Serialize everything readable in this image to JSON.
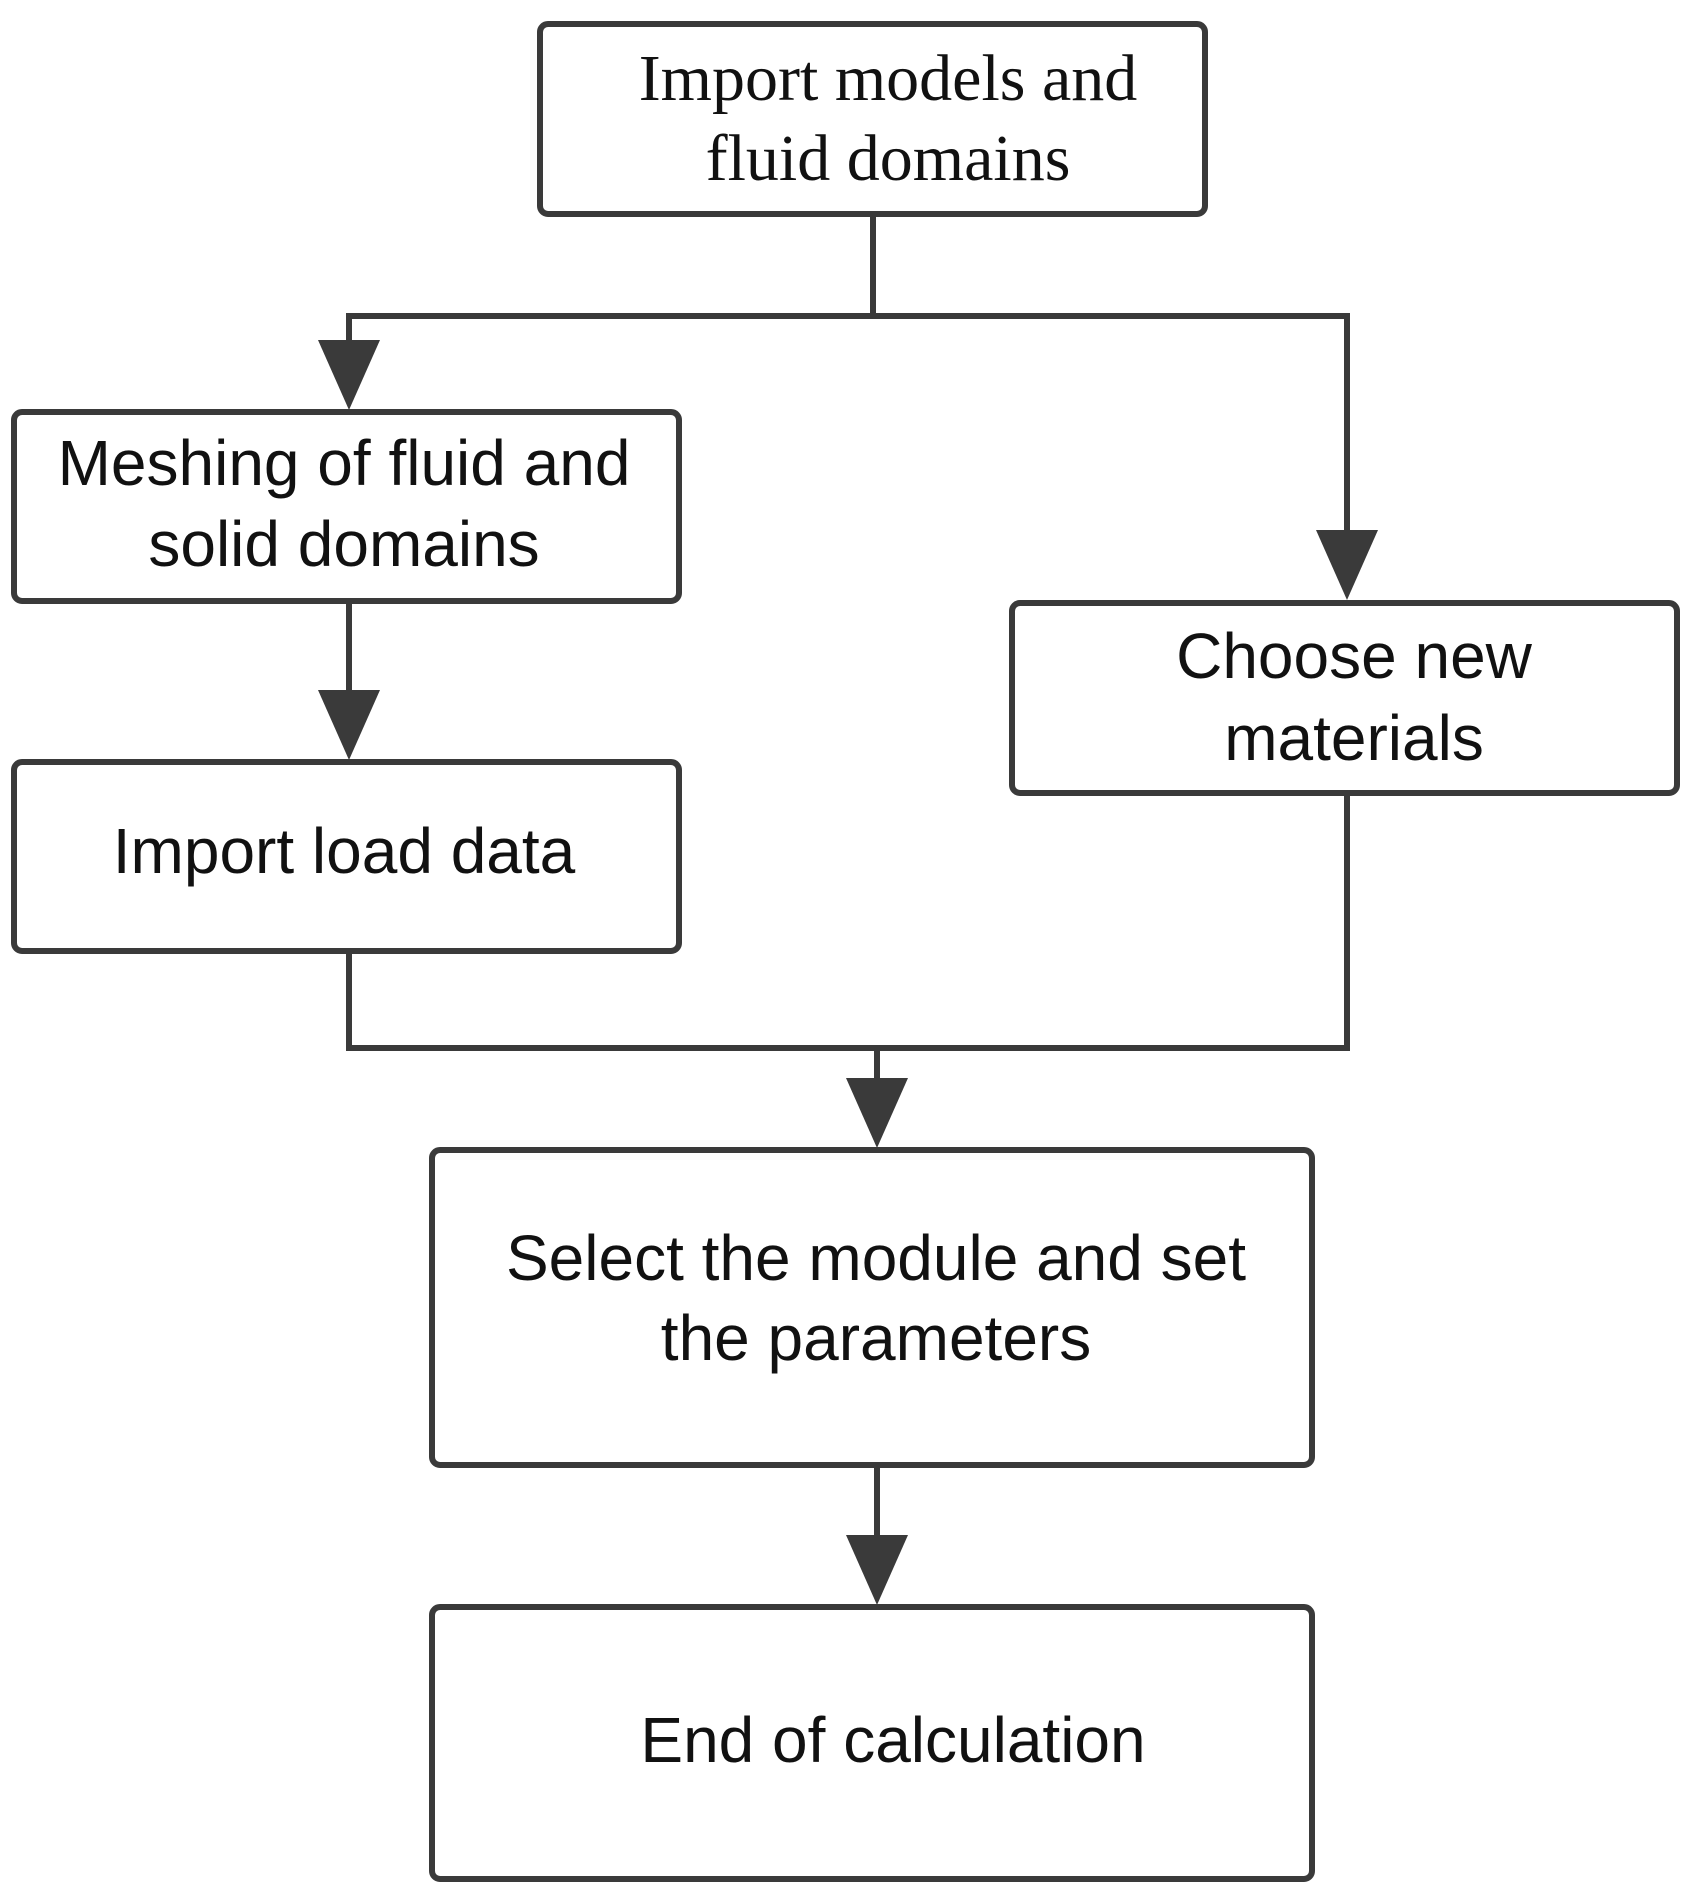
{
  "nodes": {
    "import_models": {
      "line1": "Import models and",
      "line2": "fluid domains"
    },
    "meshing": {
      "line1": "Meshing of fluid and",
      "line2": "solid domains"
    },
    "choose_materials": {
      "line1": "Choose new",
      "line2": "materials"
    },
    "import_load": {
      "line1": "Import load data"
    },
    "select_module": {
      "line1": "Select the module and set",
      "line2": "the parameters"
    },
    "end_calculation": {
      "line1": "End of calculation"
    }
  },
  "edges": [
    {
      "from": "import_models",
      "to": "meshing"
    },
    {
      "from": "import_models",
      "to": "choose_materials"
    },
    {
      "from": "meshing",
      "to": "import_load"
    },
    {
      "from": "import_load",
      "to": "select_module"
    },
    {
      "from": "choose_materials",
      "to": "select_module"
    },
    {
      "from": "select_module",
      "to": "end_calculation"
    }
  ],
  "colors": {
    "stroke": "#3a3a3a",
    "text": "#111111",
    "background": "#ffffff"
  }
}
